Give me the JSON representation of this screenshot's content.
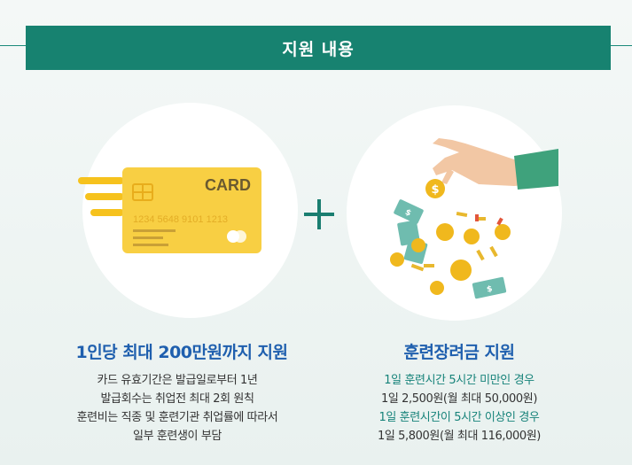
{
  "banner": {
    "title": "지원 내용"
  },
  "card_image": {
    "card_label": "CARD",
    "card_number": "1234 5648 9101 1213",
    "colors": {
      "card": "#f8cf43",
      "card_dark": "#e8b82e",
      "speed_lines": "#f6c21d"
    }
  },
  "operator": {
    "icon": "plus-icon"
  },
  "money_image": {
    "bill_label": "$",
    "colors": {
      "coin": "#f0b81d",
      "bill": "#6fbcaf",
      "sleeve": "#3fa27c",
      "hand": "#f2c7a4"
    }
  },
  "left": {
    "heading": "1인당 최대 200만원까지 지원",
    "lines": [
      "카드 유효기간은 발급일로부터 1년",
      "발급회수는 취업전 최대 2회 원칙",
      "훈련비는 직종 및 훈련기관 취업률에 따라서",
      "일부 훈련생이 부담"
    ]
  },
  "right": {
    "heading": "훈련장려금 지원",
    "item1_title": "1일 훈련시간 5시간 미만인 경우",
    "item1_value": "1일 2,500원(월 최대 50,000원)",
    "item2_title": "1일 훈련시간이 5시간 이상인 경우",
    "item2_value": "1일 5,800원(월 최대 116,000원)"
  },
  "colors": {
    "accent": "#178270",
    "heading": "#1f5fae"
  }
}
